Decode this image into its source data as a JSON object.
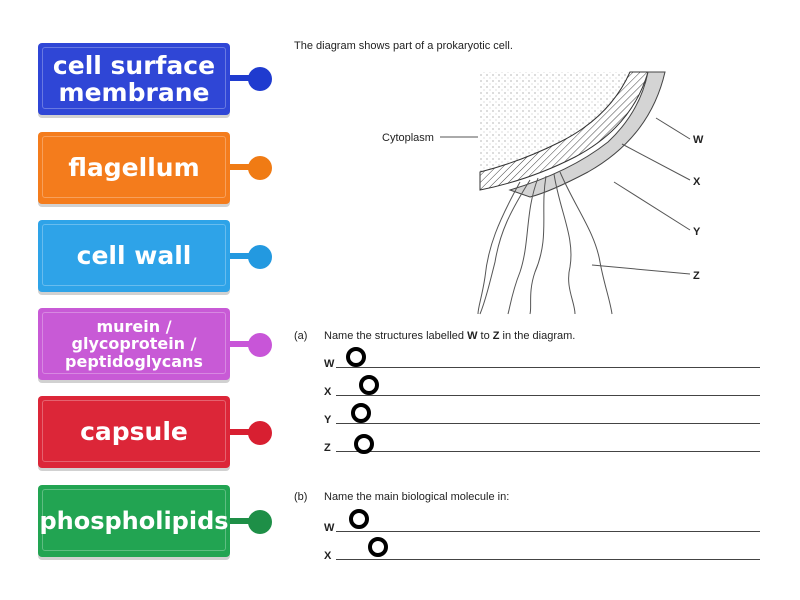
{
  "tiles": [
    {
      "label": "cell surface membrane",
      "color": "#2f46d6",
      "accent": "#1f3bcf"
    },
    {
      "label": "flagellum",
      "color": "#f47c1c",
      "accent": "#f07b14"
    },
    {
      "label": "cell wall",
      "color": "#2ea3e8",
      "accent": "#2399e0"
    },
    {
      "label": "murein / glycoprotein / peptidoglycans",
      "color": "#c85ad6",
      "accent": "#c855d8"
    },
    {
      "label": "capsule",
      "color": "#dc2638",
      "accent": "#d81f31"
    },
    {
      "label": "phospholipids",
      "color": "#22a452",
      "accent": "#1e8f47"
    }
  ],
  "worksheet": {
    "intro": "The diagram shows part of a prokaryotic cell.",
    "diagram": {
      "cytoplasm_label": "Cytoplasm",
      "labels": [
        "W",
        "X",
        "Y",
        "Z"
      ]
    },
    "part_a": {
      "num": "(a)",
      "text_1": "Name the structures labelled ",
      "bold_1": "W",
      "text_2": " to ",
      "bold_2": "Z",
      "text_3": " in the diagram.",
      "rows": [
        "W",
        "X",
        "Y",
        "Z"
      ]
    },
    "part_b": {
      "num": "(b)",
      "text": "Name the main biological molecule in:",
      "rows": [
        "W",
        "X"
      ]
    }
  },
  "icons": {
    "connector_dot": "circle",
    "drop_target": "ring"
  }
}
